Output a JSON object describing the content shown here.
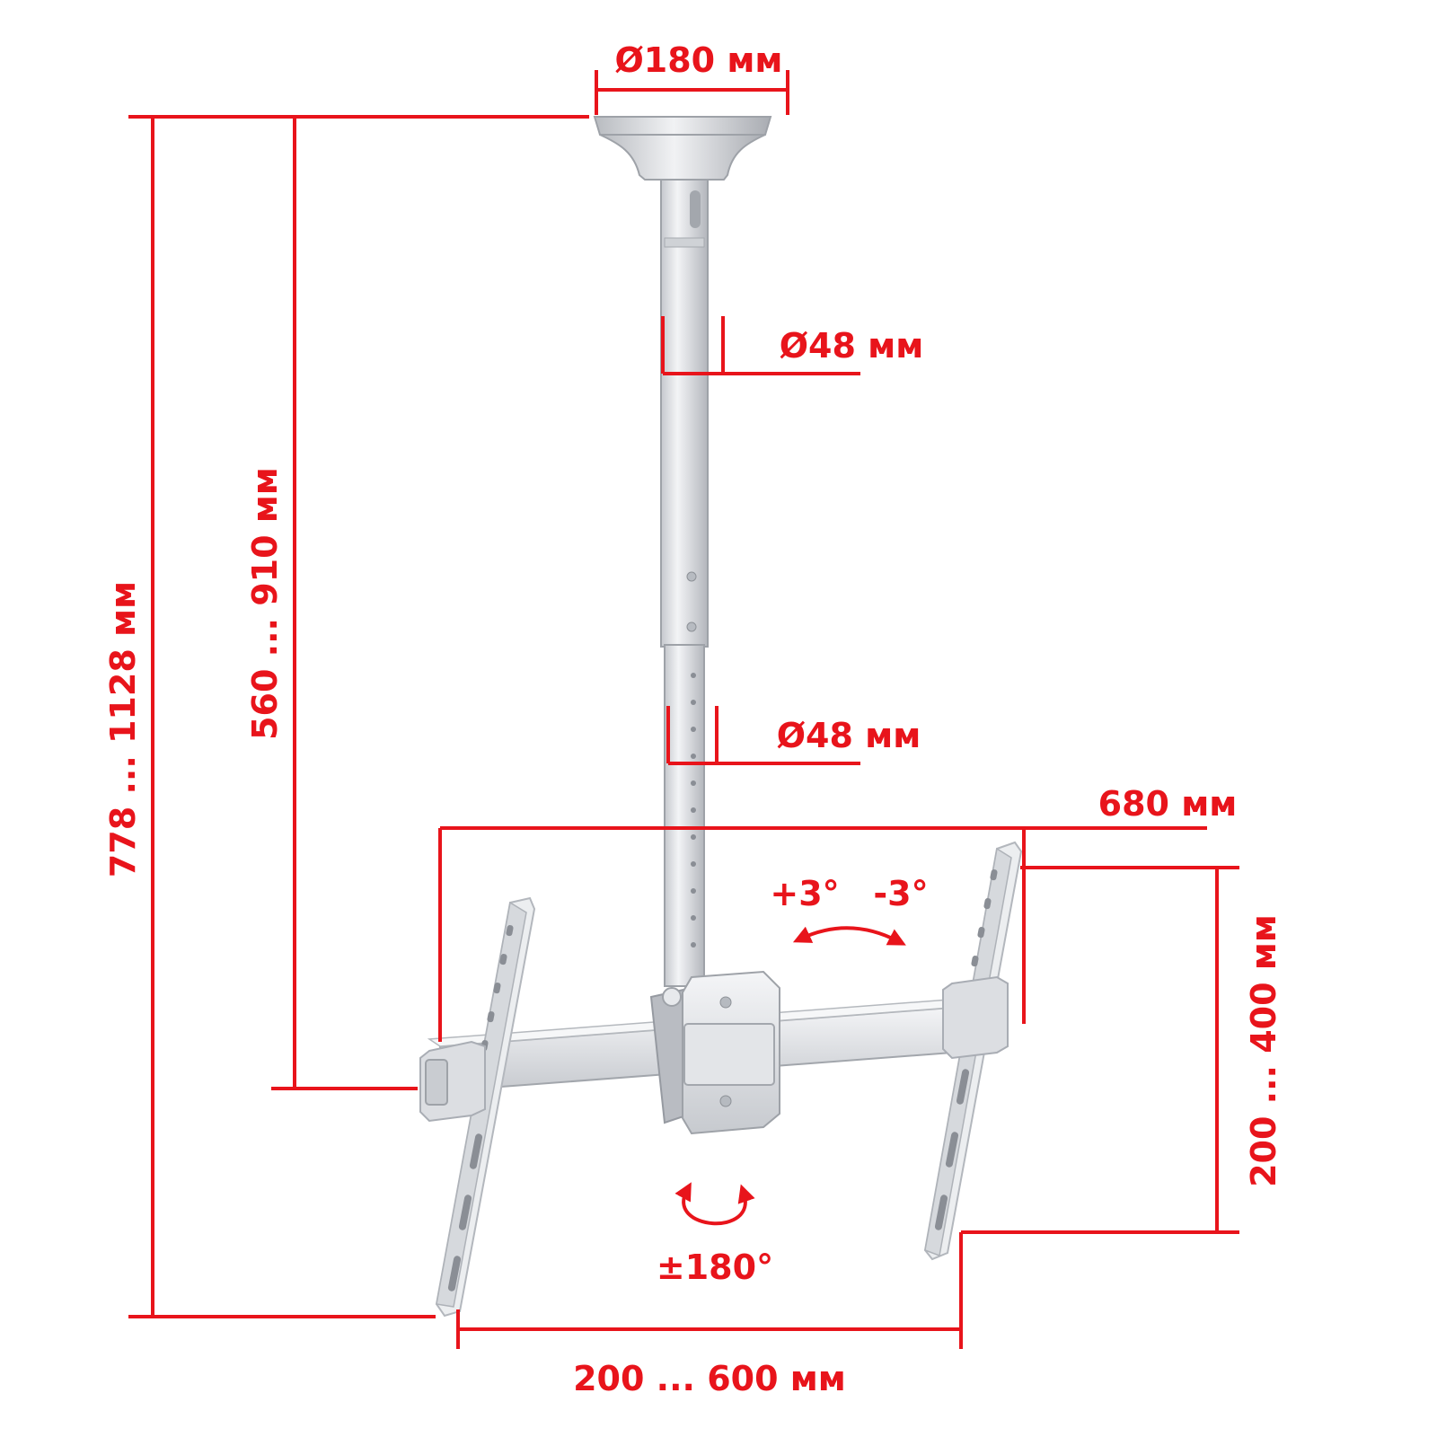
{
  "labels": {
    "base_diameter": "Ø180 мм",
    "upper_tube_diameter": "Ø48 мм",
    "lower_tube_diameter": "Ø48 мм",
    "total_height": "778 ... 1128 мм",
    "tube_height": "560 ... 910 мм",
    "bracket_width": "680 мм",
    "vesa_vertical": "200 ... 400 мм",
    "vesa_horizontal": "200 ... 600 мм",
    "tilt_plus": "+3°",
    "tilt_minus": "-3°",
    "rotation": "±180°"
  },
  "colors": {
    "dimension": "#e8141b",
    "metal": "#dcdee2"
  }
}
